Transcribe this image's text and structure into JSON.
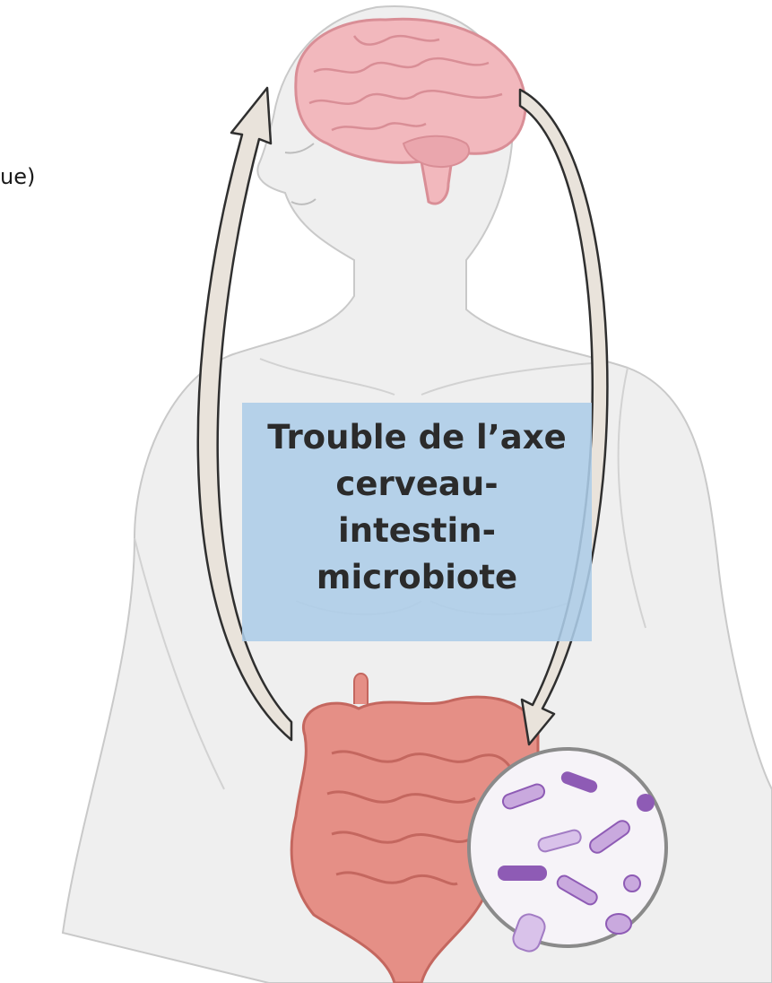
{
  "side_label": "ue)",
  "center_label": {
    "lines": [
      "Trouble de l’axe",
      "cerveau-",
      "intestin-",
      "microbiote"
    ]
  },
  "colors": {
    "body_fill": "#efefef",
    "body_outline": "#c9c9c9",
    "brain": "#f2b8bd",
    "brain_outline": "#d98e96",
    "intestine": "#e58f86",
    "intestine_dark": "#c4675f",
    "arrow_fill": "#e9e3db",
    "arrow_outline": "#2f2f2f",
    "box": "#adcde8",
    "bacteria_light": "#c9a9de",
    "bacteria_dark": "#8e5bb5"
  },
  "icons": [
    "human-torso-illustration",
    "brain-icon",
    "intestine-icon",
    "microbiota-magnifier-icon",
    "left-up-arrow",
    "right-down-arrow"
  ]
}
